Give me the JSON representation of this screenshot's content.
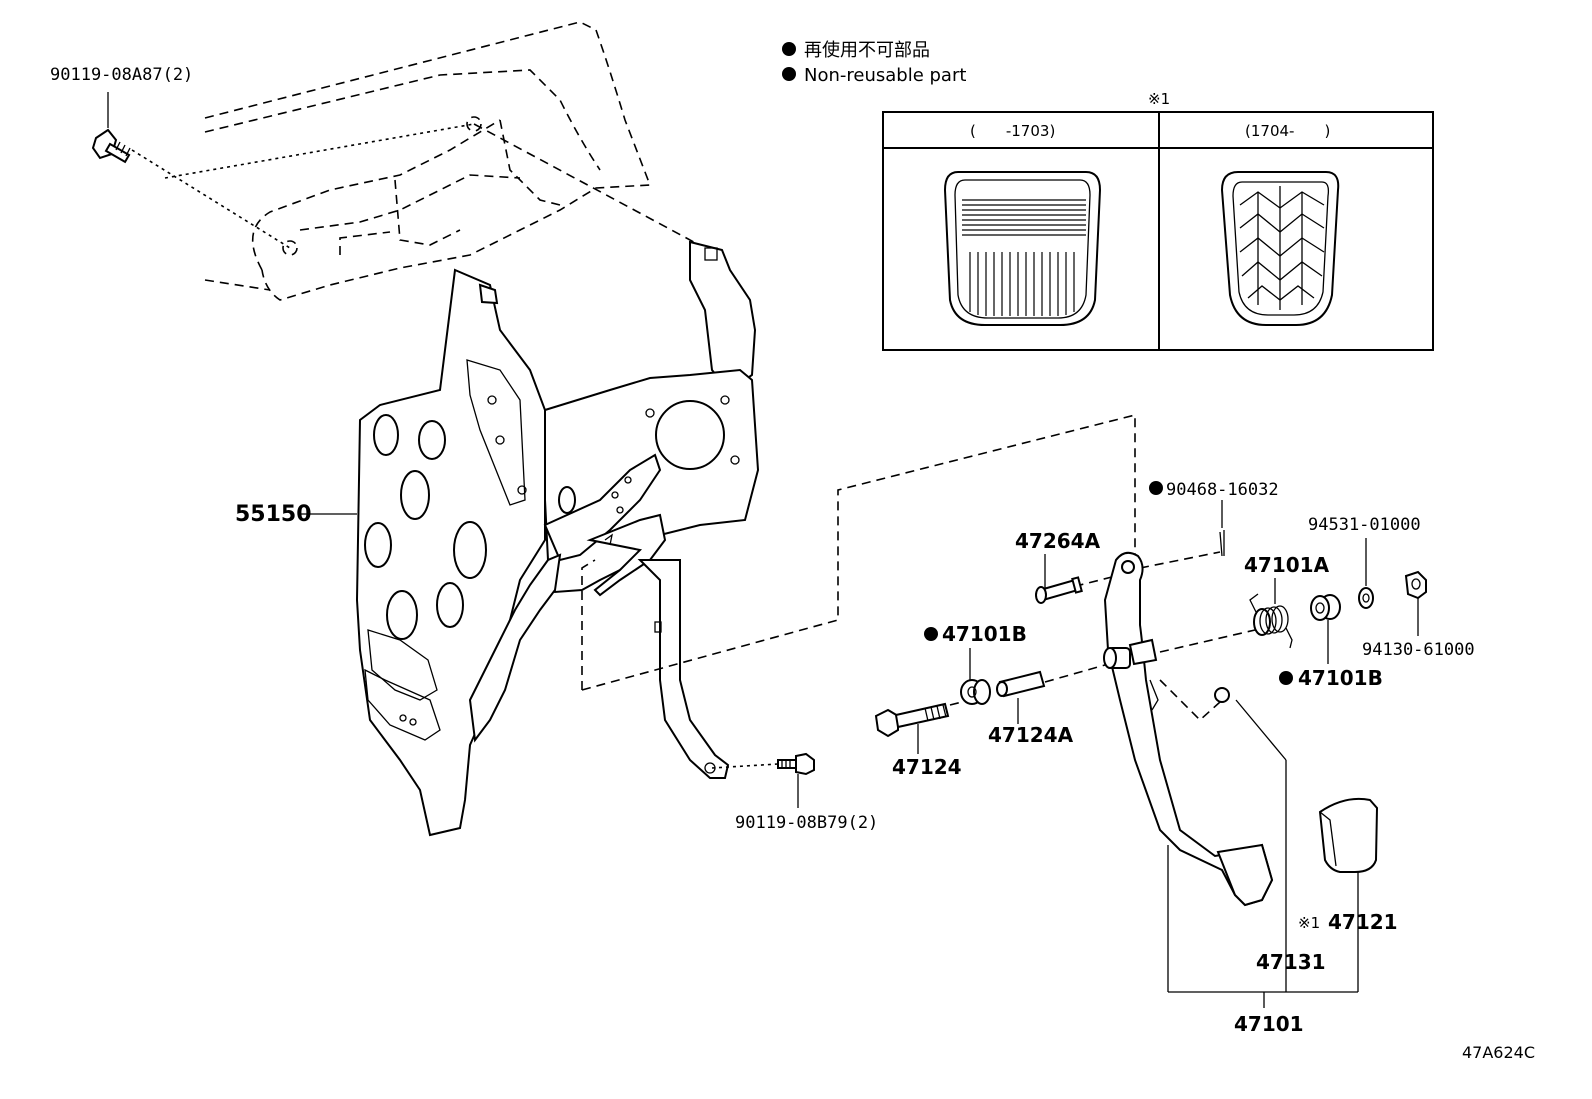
{
  "legend": {
    "marker": "●",
    "line_jp": "再使用不可部品",
    "line_en": "Non-reusable part"
  },
  "variant_box": {
    "ref_mark": "※1",
    "col_left": "(　　-1703)",
    "col_right": "(1704-　　)"
  },
  "parts": {
    "bolt_top": "90119-08A87(2)",
    "bracket": "55150",
    "bolt_bottom": "90119-08B79(2)",
    "pin": "90468-16032",
    "washer": "94531-01000",
    "nut": "94130-61000",
    "shaft": "47264A",
    "spring": "47101A",
    "bushing_left": "47101B",
    "bushing_right": "47101B",
    "bolt_pivot": "47124",
    "collar": "47124A",
    "pedal_arm": "47131",
    "pedal_pad_mark": "※1",
    "pedal_pad": "47121",
    "pedal_assy": "47101"
  },
  "diagram_code": "47A624C",
  "colors": {
    "ink": "#000000",
    "paper": "#ffffff"
  }
}
